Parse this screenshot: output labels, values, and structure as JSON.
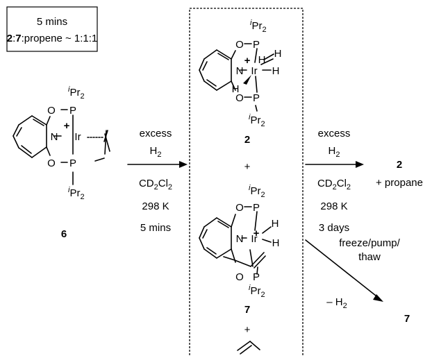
{
  "info_box": {
    "line1": "5 mins",
    "ratio_bold_a": "2",
    "ratio_sep1": ":",
    "ratio_bold_b": "7",
    "ratio_rest": ":propene ~ 1:1:1"
  },
  "compounds": {
    "six": "6",
    "two": "2",
    "seven": "7",
    "product_top": "2",
    "product_top_extra": "+ propane",
    "product_bottom": "7"
  },
  "conditions_left": {
    "reagent": "excess",
    "h2": "H",
    "h2_sub": "2",
    "solvent_a": "CD",
    "solvent_sub1": "2",
    "solvent_b": "Cl",
    "solvent_sub2": "2",
    "temperature": "298 K",
    "time": "5 mins"
  },
  "conditions_right": {
    "reagent": "excess",
    "h2": "H",
    "h2_sub": "2",
    "solvent_a": "CD",
    "solvent_sub1": "2",
    "solvent_b": "Cl",
    "solvent_sub2": "2",
    "temperature": "298 K",
    "time": "3 days"
  },
  "conditions_diag": {
    "line1": "freeze/pump/",
    "line2": "thaw",
    "loss": "– H",
    "loss_sub": "2"
  },
  "plus_signs": [
    "+",
    "+"
  ],
  "atoms": {
    "O": "O",
    "P": "P",
    "N": "N",
    "Ir": "Ir",
    "H": "H",
    "iPr_sup": "i",
    "iPr": "Pr",
    "iPr_sub": "2",
    "charge": "+"
  }
}
